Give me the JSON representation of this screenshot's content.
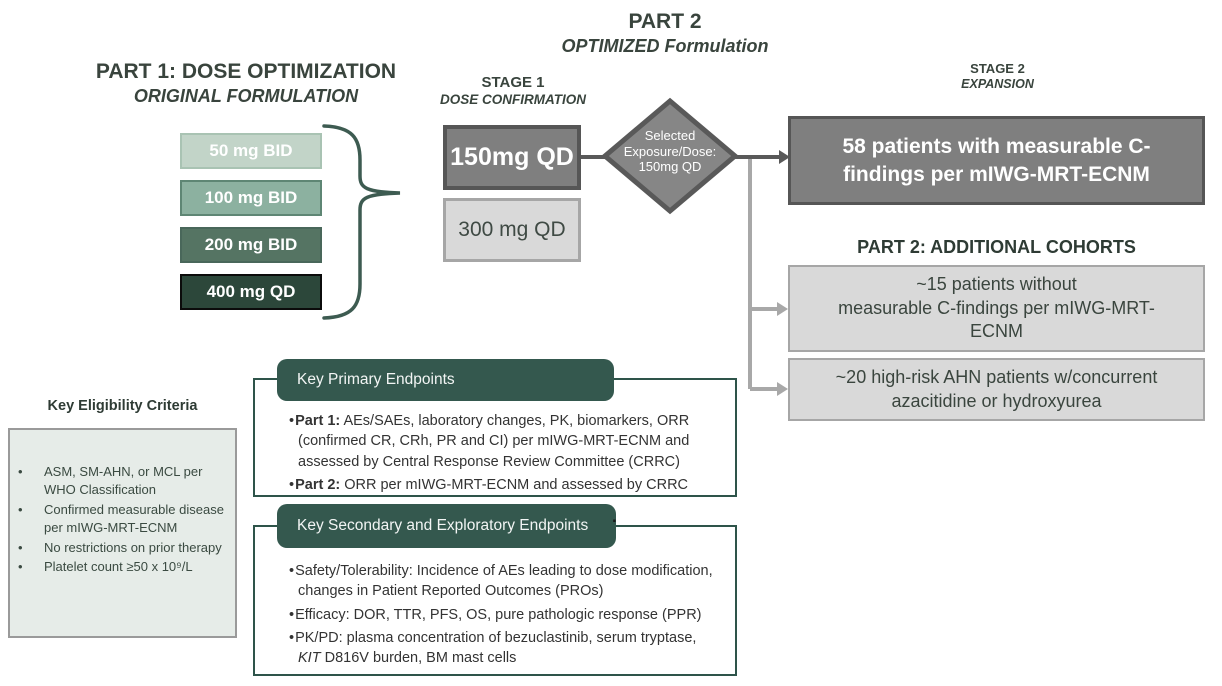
{
  "colors": {
    "heading_text": "#39443d",
    "teal_tab": "#34584e",
    "dark_gray_fill": "#7f7f7f",
    "dark_gray_border": "#565656",
    "light_gray_fill": "#d9d9d9",
    "light_gray_border": "#a6a6a6",
    "eligibility_fill": "#e6ece8",
    "brace_green": "#3d5b51"
  },
  "part1": {
    "title": "PART 1: DOSE OPTIMIZATION",
    "subtitle": "ORIGINAL FORMULATION",
    "doses": [
      {
        "label": "50 mg BID",
        "fill": "#c2d4c8",
        "border": "#a9c3b3"
      },
      {
        "label": "100 mg BID",
        "fill": "#8cb1a0",
        "border": "#5e8674"
      },
      {
        "label": "200 mg BID",
        "fill": "#557463",
        "border": "#49675a"
      },
      {
        "label": "400 mg QD",
        "fill": "#2c473a",
        "border": "#0b0b0b"
      }
    ]
  },
  "part2": {
    "title": "PART 2",
    "subtitle": "OPTIMIZED Formulation",
    "stage1": {
      "title": "STAGE 1",
      "subtitle": "DOSE CONFIRMATION",
      "selected_dose": "150mg QD",
      "alternate_dose": "300 mg QD"
    },
    "decision_diamond": {
      "lines": [
        "Selected",
        "Exposure/Dose:",
        "150mg QD"
      ]
    },
    "stage2": {
      "title": "STAGE 2",
      "subtitle": "EXPANSION",
      "expansion_lines": [
        "58 patients with measurable C-",
        "findings per mIWG-MRT-ECNM"
      ]
    },
    "additional_cohorts": {
      "title": "PART 2: ADDITIONAL COHORTS",
      "cohort1_lines": [
        "~15 patients without",
        "measurable C-findings per mIWG-MRT-",
        "ECNM"
      ],
      "cohort2_lines": [
        "~20 high-risk AHN patients w/concurrent",
        "azacitidine or hydroxyurea"
      ]
    }
  },
  "eligibility": {
    "title": "Key Eligibility Criteria",
    "items": [
      "ASM, SM-AHN, or MCL per WHO Classification",
      "Confirmed measurable disease per mIWG-MRT-ECNM",
      "No restrictions on prior therapy",
      "Platelet count ≥50 x 10⁹/L"
    ]
  },
  "primary_endpoints": {
    "title": "Key Primary Endpoints",
    "items": [
      {
        "segments": [
          {
            "t": "Part 1:",
            "b": true
          },
          {
            "t": " AEs/SAEs, laboratory changes, PK, biomarkers, ORR (confirmed CR, CRh, PR and CI) per mIWG-MRT-ECNM and assessed by Central Response Review Committee (CRRC)"
          }
        ]
      },
      {
        "segments": [
          {
            "t": "Part 2:",
            "b": true
          },
          {
            "t": " ORR per mIWG-MRT-ECNM and assessed by CRRC"
          }
        ]
      }
    ]
  },
  "secondary_endpoints": {
    "title": "Key Secondary and Exploratory Endpoints",
    "stray_mark": ".",
    "items": [
      {
        "segments": [
          {
            "t": "Safety/Tolerability: Incidence of AEs leading to dose modification, changes in Patient Reported Outcomes (PROs)"
          }
        ]
      },
      {
        "segments": [
          {
            "t": "Efficacy: DOR, TTR, PFS, OS, pure pathologic response (PPR)"
          }
        ]
      },
      {
        "segments": [
          {
            "t": "PK/PD: plasma concentration of bezuclastinib, serum tryptase, "
          },
          {
            "t": "KIT",
            "i": true
          },
          {
            "t": " D816V burden, BM mast cells"
          }
        ]
      }
    ]
  }
}
